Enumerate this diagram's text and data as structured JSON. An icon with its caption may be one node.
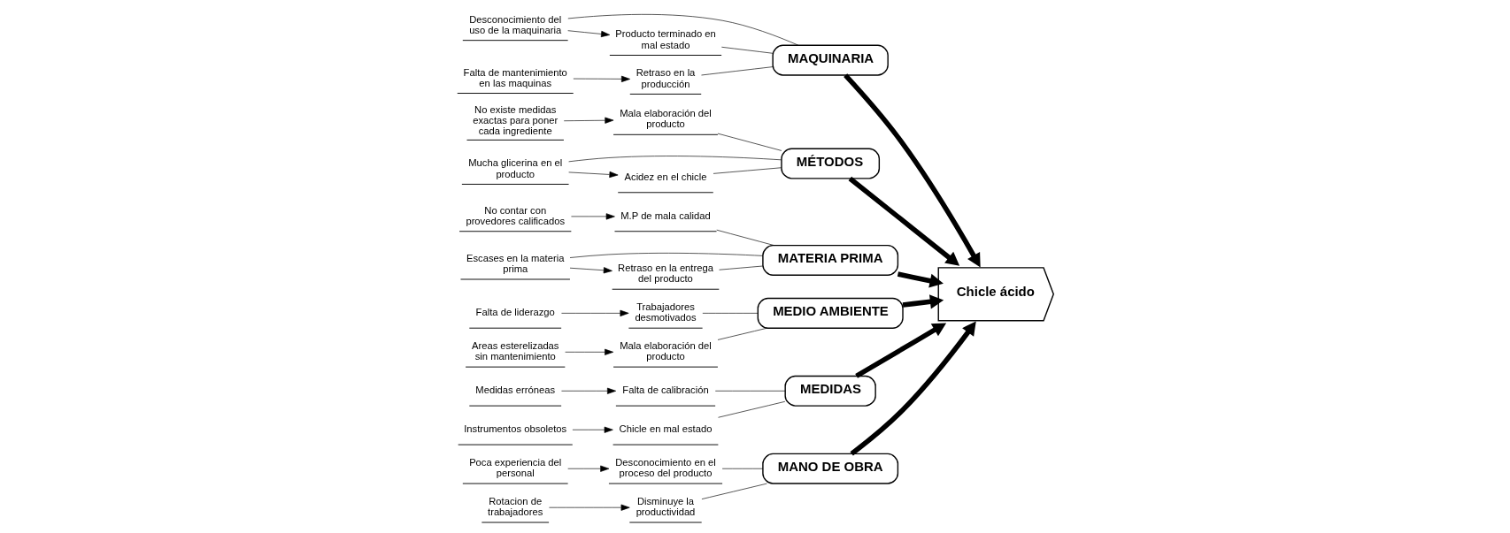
{
  "diagram": {
    "nodes": [
      {
        "text": [
          "MANO DE OBRA"
        ]
      },
      {
        "text": [
          "Desconocimiento en el proceso del producto"
        ]
      },
      {
        "text": [
          "Poca experiencia del personal"
        ]
      },
      {
        "text": [
          "Disminuye la productividad"
        ]
      },
      {
        "text": [
          "Rotacion de trabajadores"
        ]
      },
      {
        "text": [
          "MAQUINARIA"
        ]
      },
      {
        "text": [
          "Producto terminado en mal estado"
        ]
      },
      {
        "text": [
          "Desconocimiento del uso de la maquinaria"
        ]
      },
      {
        "text": [
          "Falta de mantenimiento en las maquinas"
        ]
      },
      {
        "text": [
          "Retraso en la producción"
        ]
      },
      {
        "text": [
          "MÉTODOS"
        ]
      },
      {
        "text": [
          "No existe medidas exactas para poner cada ingrediente"
        ]
      },
      {
        "text": [
          "Mala elaboración del producto"
        ]
      },
      {
        "text": [
          "Acidez en el chicle"
        ]
      },
      {
        "text": [
          "Mucha glicerina en el producto"
        ]
      },
      {
        "text": [
          "MATERIA PRIMA"
        ]
      },
      {
        "text": [
          "No contar con provedores calificados"
        ]
      },
      {
        "text": [
          "M.P de mala calidad"
        ]
      },
      {
        "text": [
          "Escases en la materia prima"
        ]
      },
      {
        "text": [
          "Retraso en la entrega del producto"
        ]
      },
      {
        "text": [
          "MEDIO AMBIENTE"
        ]
      },
      {
        "text": [
          "Trabajadores desmotivados"
        ]
      },
      {
        "text": [
          "Falta de liderazgo"
        ]
      },
      {
        "text": [
          "Mala elaboración del producto"
        ]
      },
      {
        "text": [
          "Areas esterelizadas sin mantenimiento"
        ]
      },
      {
        "text": [
          "MEDIDAS"
        ]
      },
      {
        "text": [
          "Falta de calibración"
        ]
      },
      {
        "text": [
          "Medidas erróneas"
        ]
      },
      {
        "text": [
          "Chicle en mal estado"
        ]
      },
      {
        "text": [
          "Instrumentos obsoletos"
        ]
      },
      {
        "text": [
          "Chicle ácido"
        ]
      }
    ],
    "edges": [
      {
        "from": 0,
        "to": 30,
        "arrow": "to",
        "style": "thick"
      },
      {
        "from": 5,
        "to": 30,
        "arrow": "to",
        "style": "thick"
      },
      {
        "from": 10,
        "to": 30,
        "arrow": "to",
        "style": "thick"
      },
      {
        "from": 15,
        "to": 30,
        "arrow": "to",
        "style": "thick"
      },
      {
        "from": 20,
        "to": 30,
        "arrow": "to",
        "style": "thick"
      },
      {
        "from": 25,
        "to": 30,
        "arrow": "to",
        "style": "thick"
      },
      {
        "from": 1,
        "to": 0,
        "arrow": "none"
      },
      {
        "from": 2,
        "to": 1,
        "arrow": "to"
      },
      {
        "from": 3,
        "to": 0,
        "arrow": "none"
      },
      {
        "from": 4,
        "to": 3,
        "arrow": "to"
      },
      {
        "from": 6,
        "to": 5,
        "arrow": "none"
      },
      {
        "from": 7,
        "to": 5,
        "arrow": "none"
      },
      {
        "from": 7,
        "to": 6,
        "arrow": "to"
      },
      {
        "from": 8,
        "to": 9,
        "arrow": "to"
      },
      {
        "from": 9,
        "to": 5,
        "arrow": "none"
      },
      {
        "from": 11,
        "to": 12,
        "arrow": "to"
      },
      {
        "from": 12,
        "to": 10,
        "arrow": "none"
      },
      {
        "from": 13,
        "to": 10,
        "arrow": "none"
      },
      {
        "from": 14,
        "to": 10,
        "arrow": "none"
      },
      {
        "from": 14,
        "to": 13,
        "arrow": "to"
      },
      {
        "from": 16,
        "to": 17,
        "arrow": "to"
      },
      {
        "from": 17,
        "to": 15,
        "arrow": "none"
      },
      {
        "from": 18,
        "to": 15,
        "arrow": "none"
      },
      {
        "from": 18,
        "to": 19,
        "arrow": "to"
      },
      {
        "from": 19,
        "to": 15,
        "arrow": "none"
      },
      {
        "from": 21,
        "to": 20,
        "arrow": "none"
      },
      {
        "from": 22,
        "to": 21,
        "arrow": "to"
      },
      {
        "from": 23,
        "to": 20,
        "arrow": "none"
      },
      {
        "from": 24,
        "to": 23,
        "arrow": "to"
      },
      {
        "from": 26,
        "to": 25,
        "arrow": "none"
      },
      {
        "from": 27,
        "to": 26,
        "arrow": "to"
      },
      {
        "from": 28,
        "to": 25,
        "arrow": "none"
      },
      {
        "from": 29,
        "to": 28,
        "arrow": "to"
      }
    ]
  }
}
